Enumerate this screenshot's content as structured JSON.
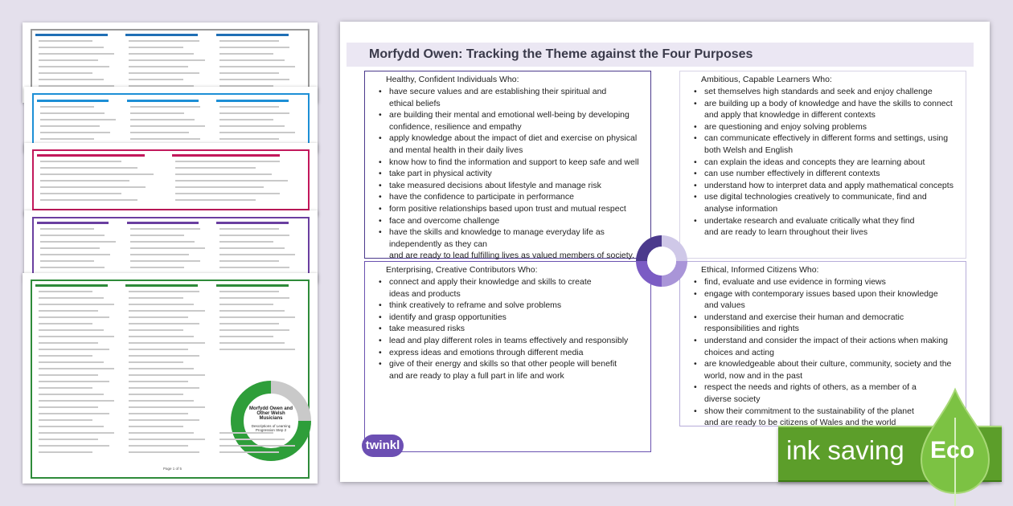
{
  "document": {
    "title": "Morfydd Owen: Tracking the Theme against the Four Purposes",
    "quadrants": [
      {
        "heading": "Healthy, Confident Individuals Who:",
        "items": [
          "have secure values and are establishing their spiritual and\nethical beliefs",
          "are building their mental and emotional well-being by developing\nconfidence, resilience and empathy",
          "apply knowledge about the impact of diet and exercise on physical\nand mental health in their daily lives",
          "know how to find the information and support to keep safe and well",
          "take part in physical activity",
          "take measured decisions about lifestyle and manage risk",
          "have the confidence to participate in performance",
          "form positive relationships based upon trust and mutual respect",
          "face and overcome challenge",
          "have the skills and knowledge to manage everyday life as\nindependently as they can\nand are ready to lead fulfilling lives as valued members of society."
        ]
      },
      {
        "heading": "Ambitious, Capable Learners Who:",
        "items": [
          "set themselves high standards and seek and enjoy challenge",
          "are building up a body of knowledge and have the skills to connect\nand apply that knowledge in different contexts",
          "are questioning and enjoy solving problems",
          "can communicate effectively in different forms and settings, using\nboth Welsh and English",
          "can explain the ideas and concepts they are learning about",
          "can use number effectively in different contexts",
          "understand how to interpret data and apply mathematical concepts",
          "use digital technologies creatively to communicate, find and\nanalyse information",
          "undertake research and evaluate critically what they find\nand are ready to learn throughout their lives"
        ]
      },
      {
        "heading": "Enterprising, Creative Contributors Who:",
        "items": [
          "connect and apply their knowledge and skills to create\nideas and products",
          "think creatively to reframe and solve problems",
          "identify and grasp opportunities",
          "take measured risks",
          "lead and play different roles in teams effectively and responsibly",
          "express ideas and emotions through different media",
          "give of their energy and skills so that other people will benefit\nand are ready to play a full part in life and work"
        ]
      },
      {
        "heading": "Ethical, Informed Citizens Who:",
        "items": [
          "find, evaluate and use evidence in forming views",
          "engage with contemporary issues based upon their knowledge\nand values",
          "understand and exercise their human and democratic\nresponsibilities and rights",
          "understand and consider the impact of their actions when making\nchoices and acting",
          "are knowledgeable about their culture, community, society and the\nworld, now and in the past",
          "respect the needs and rights of others, as a member of a\ndiverse society",
          "show their commitment to the sustainability of the planet\nand are ready to be citizens of Wales and the world"
        ]
      }
    ],
    "logo_text": "twinkl"
  },
  "thumbnail": {
    "circle_title": "Morfydd Owen and Other Welsh Musicians",
    "circle_subtitle": "Descriptions of Learning Progression Step 2",
    "footer": "Page 1 of 5"
  },
  "badge": {
    "label": "ink saving",
    "eco": "Eco"
  },
  "colors": {
    "accent": "#4b3a8c",
    "title_bar": "#ebe7f3",
    "eco_green": "#5c9e2a",
    "thumb_highlights": [
      "#1f6fb5",
      "#1d8fd6",
      "#c2185b",
      "#6a3fa0",
      "#2e8b3a"
    ]
  }
}
